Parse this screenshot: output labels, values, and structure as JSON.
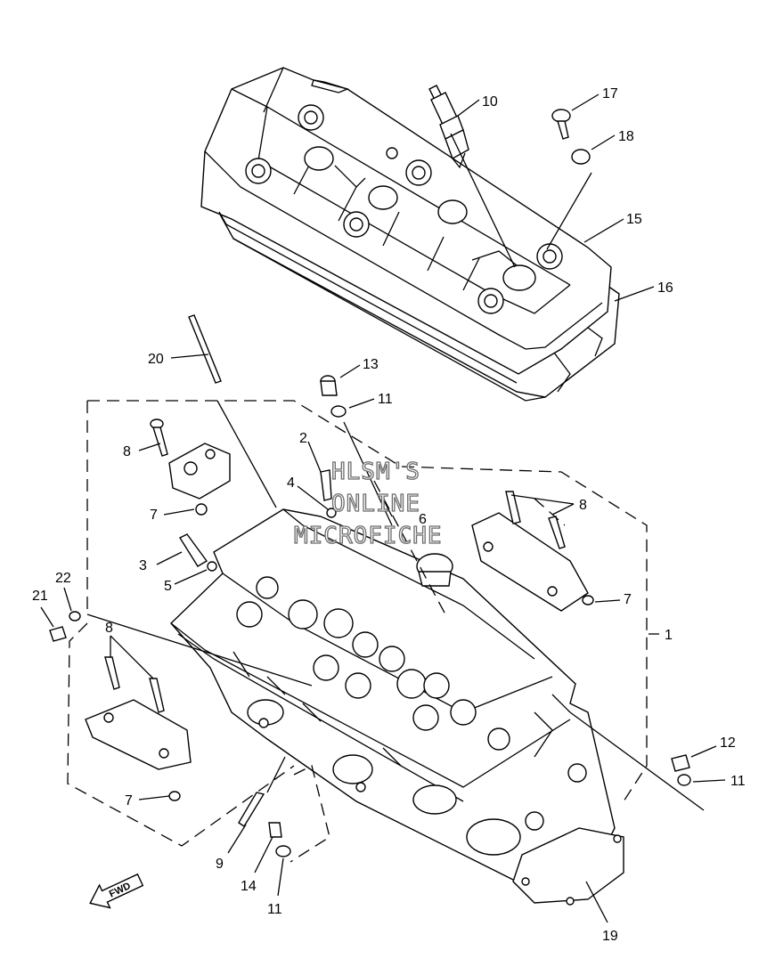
{
  "watermark": {
    "line1": "HLSM'S",
    "line2": "ONLINE",
    "line3": "MICROFICHE"
  },
  "arrow_label": "FWD",
  "callouts": [
    {
      "id": "c10",
      "text": "10"
    },
    {
      "id": "c17",
      "text": "17"
    },
    {
      "id": "c18",
      "text": "18"
    },
    {
      "id": "c15",
      "text": "15"
    },
    {
      "id": "c16",
      "text": "16"
    },
    {
      "id": "c20",
      "text": "20"
    },
    {
      "id": "c13",
      "text": "13"
    },
    {
      "id": "c11a",
      "text": "11"
    },
    {
      "id": "c8a",
      "text": "8"
    },
    {
      "id": "c2",
      "text": "2"
    },
    {
      "id": "c4",
      "text": "4"
    },
    {
      "id": "c6",
      "text": "6"
    },
    {
      "id": "c8b",
      "text": "8"
    },
    {
      "id": "c7a",
      "text": "7"
    },
    {
      "id": "c3",
      "text": "3"
    },
    {
      "id": "c5",
      "text": "5"
    },
    {
      "id": "c22",
      "text": "22"
    },
    {
      "id": "c21",
      "text": "21"
    },
    {
      "id": "c7b",
      "text": "7"
    },
    {
      "id": "c1",
      "text": "1"
    },
    {
      "id": "c8c",
      "text": "8"
    },
    {
      "id": "c12",
      "text": "12"
    },
    {
      "id": "c11b",
      "text": "11"
    },
    {
      "id": "c7c",
      "text": "7"
    },
    {
      "id": "c9",
      "text": "9"
    },
    {
      "id": "c14",
      "text": "14"
    },
    {
      "id": "c11c",
      "text": "11"
    },
    {
      "id": "c19",
      "text": "19"
    }
  ]
}
